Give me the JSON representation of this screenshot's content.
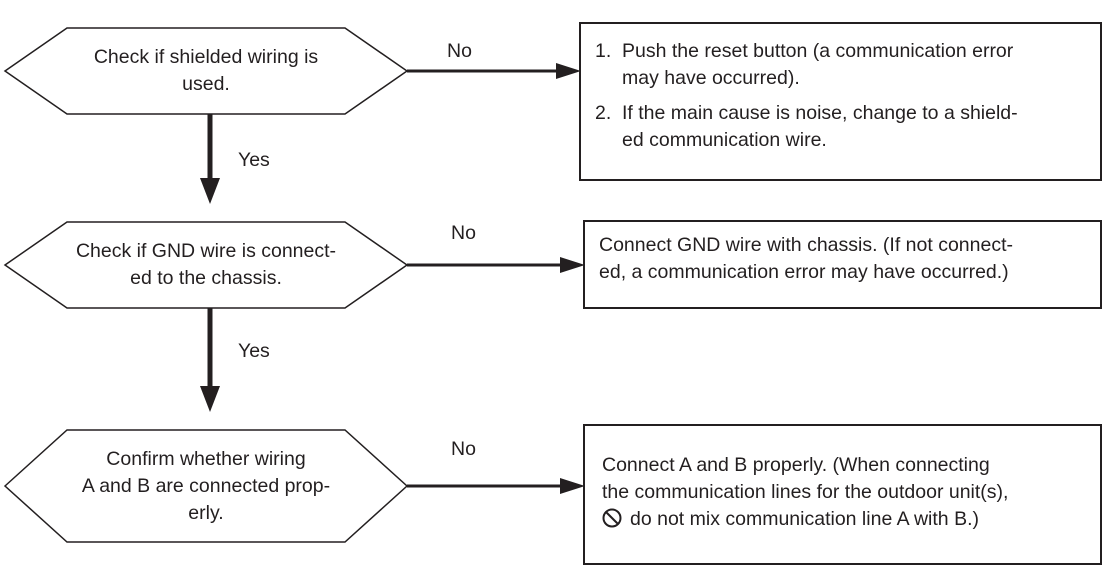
{
  "decisions": [
    {
      "line1": "Check if shielded wiring is",
      "line2": "used."
    },
    {
      "line1": "Check if GND wire is connect-",
      "line2": "ed to the chassis."
    },
    {
      "line1": "Confirm whether wiring",
      "line2": "A and B are connected prop-",
      "line3": "erly."
    }
  ],
  "labels": {
    "no": "No",
    "yes": "Yes"
  },
  "actions": {
    "box1": {
      "item1_num": "1.",
      "item1_line1": "Push the reset button (a communication error",
      "item1_line2": "may have occurred).",
      "item2_num": "2.",
      "item2_line1": "If the main cause is noise, change to a shield-",
      "item2_line2": "ed communication wire."
    },
    "box2": {
      "line1": "Connect GND wire with chassis. (If not connect-",
      "line2": "ed, a communication error may have occurred.)"
    },
    "box3": {
      "line1": "Connect A and B properly. (When connecting",
      "line2": "the communication lines for the outdoor unit(s),",
      "line3": "do not mix communication line A with B.)",
      "icon": "prohibition-icon"
    }
  }
}
